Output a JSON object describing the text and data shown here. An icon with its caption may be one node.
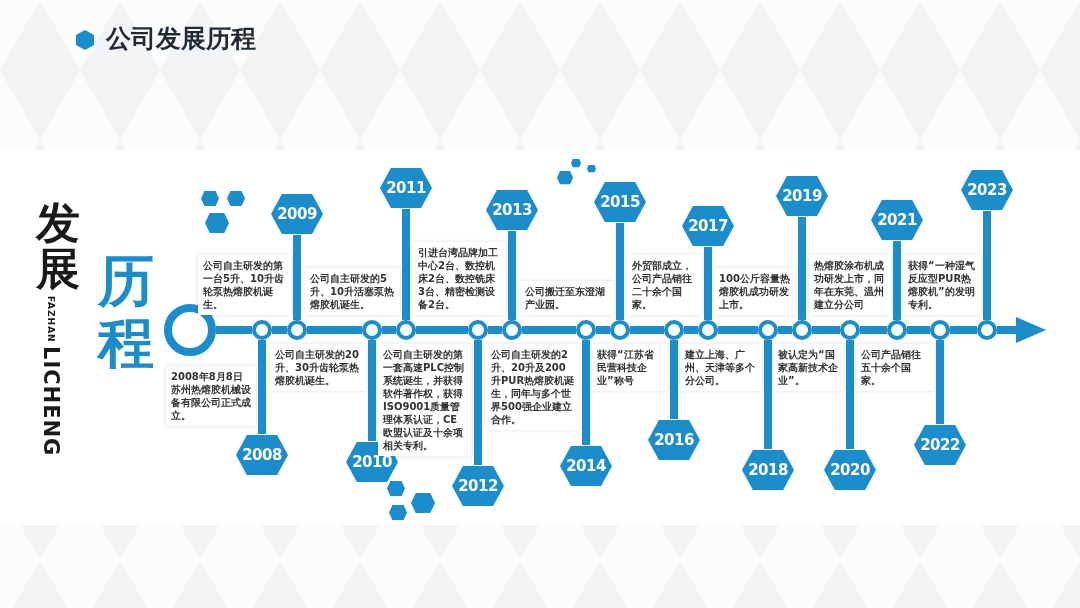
{
  "diagram": {
    "title": "公司发展历程",
    "nodes": [
      {
        "text": [],
        "shape": "circle"
      },
      {
        "text": [],
        "shape": "circle"
      },
      {
        "text": [
          "2008"
        ]
      },
      {
        "text": [],
        "shape": "circle"
      },
      {
        "text": [
          "2009"
        ]
      },
      {
        "text": [],
        "shape": "circle"
      },
      {
        "text": [
          "2010"
        ]
      },
      {
        "text": [],
        "shape": "circle"
      },
      {
        "text": [
          "2011"
        ]
      },
      {
        "text": [],
        "shape": "circle"
      },
      {
        "text": [
          "2012"
        ]
      },
      {
        "text": [],
        "shape": "circle"
      },
      {
        "text": [
          "2013"
        ]
      },
      {
        "text": [],
        "shape": "circle"
      },
      {
        "text": [
          "2014"
        ]
      },
      {
        "text": [],
        "shape": "circle"
      },
      {
        "text": [
          "2015"
        ]
      },
      {
        "text": [],
        "shape": "circle"
      },
      {
        "text": [
          "2016"
        ]
      },
      {
        "text": [],
        "shape": "circle"
      },
      {
        "text": [
          "2017"
        ]
      },
      {
        "text": [],
        "shape": "circle"
      },
      {
        "text": [
          "2018"
        ]
      },
      {
        "text": [],
        "shape": "circle"
      },
      {
        "text": [
          "2019"
        ]
      },
      {
        "text": [],
        "shape": "circle"
      },
      {
        "text": [
          "2020"
        ]
      },
      {
        "text": [],
        "shape": "circle"
      },
      {
        "text": [
          "2021"
        ]
      },
      {
        "text": [],
        "shape": "circle"
      },
      {
        "text": [
          "2022"
        ]
      },
      {
        "text": [],
        "shape": "circle"
      },
      {
        "text": [
          "2023"
        ]
      }
    ],
    "edges": [
      {
        "from": 0,
        "to": 1,
        "arrow": "none"
      },
      {
        "from": 1,
        "to": 3,
        "arrow": "none"
      },
      {
        "from": 3,
        "to": 5,
        "arrow": "none"
      },
      {
        "from": 5,
        "to": 7,
        "arrow": "none"
      },
      {
        "from": 7,
        "to": 9,
        "arrow": "none"
      },
      {
        "from": 9,
        "to": 11,
        "arrow": "none"
      },
      {
        "from": 11,
        "to": 13,
        "arrow": "none"
      },
      {
        "from": 13,
        "to": 15,
        "arrow": "none"
      },
      {
        "from": 15,
        "to": 17,
        "arrow": "none"
      },
      {
        "from": 17,
        "to": 19,
        "arrow": "none"
      },
      {
        "from": 19,
        "to": 21,
        "arrow": "none"
      },
      {
        "from": 21,
        "to": 23,
        "arrow": "none"
      },
      {
        "from": 23,
        "to": 25,
        "arrow": "none"
      },
      {
        "from": 25,
        "to": 27,
        "arrow": "none"
      },
      {
        "from": 27,
        "to": 29,
        "arrow": "none"
      },
      {
        "from": 29,
        "to": 31,
        "arrow": "none"
      },
      {
        "from": 31,
        "to": null,
        "arrow": "to"
      },
      {
        "from": 1,
        "to": 2,
        "arrow": "none"
      },
      {
        "from": 3,
        "to": 4,
        "arrow": "none"
      },
      {
        "from": 5,
        "to": 6,
        "arrow": "none"
      },
      {
        "from": 7,
        "to": 8,
        "arrow": "none"
      },
      {
        "from": 9,
        "to": 10,
        "arrow": "none"
      },
      {
        "from": 11,
        "to": 12,
        "arrow": "none"
      },
      {
        "from": 13,
        "to": 14,
        "arrow": "none"
      },
      {
        "from": 15,
        "to": 16,
        "arrow": "none"
      },
      {
        "from": 17,
        "to": 18,
        "arrow": "none"
      },
      {
        "from": 19,
        "to": 20,
        "arrow": "none"
      },
      {
        "from": 21,
        "to": 22,
        "arrow": "none"
      },
      {
        "from": 23,
        "to": 24,
        "arrow": "none"
      },
      {
        "from": 25,
        "to": 26,
        "arrow": "none"
      },
      {
        "from": 27,
        "to": 28,
        "arrow": "none"
      },
      {
        "from": 29,
        "to": 30,
        "arrow": "none"
      },
      {
        "from": 31,
        "to": 32,
        "arrow": "none"
      }
    ],
    "labels": [
      "发展",
      "FAZHAN",
      "LICHENG",
      "历程",
      "2008年8月8日苏州热熔胶机械设备有限公司正式成立。",
      "公司自主研发的第一台5升、10升齿轮泵热熔胶机诞生。",
      "公司自主研发的20升、30升齿轮泵热熔胶机诞生。",
      "公司自主研发的5升、10升活塞泵热熔胶机诞生。",
      "公司自主研发的第一套高速PLC控制系统诞生，并获得软件著作权，获得ISO9001质量管理体系认证，CE欧盟认证及十余项相关专利。",
      "引进台湾品牌加工中心2台、数控机床2台、数控铣床3台、精密检测设备2台。",
      "公司自主研发的2升、20升及200升PUR热熔胶机诞生，同年与多个世界500强企业建立合作。",
      "公司搬迁至东澄湖产业园。",
      "获得“江苏省民营科技企业”称号",
      "外贸部成立，公司产品销往二十余个国家。",
      "建立上海、广州、天津等多个分公司。",
      "100公斤容量热熔胶机成功研发上市。",
      "被认定为“国家高新技术企业”。",
      "热熔胶涂布机成功研发上市，同年在东莞、温州建立分公司",
      "公司产品销往五十余个国家。",
      "获得“一种湿气反应型PUR热熔胶机”的发明专利。"
    ]
  }
}
